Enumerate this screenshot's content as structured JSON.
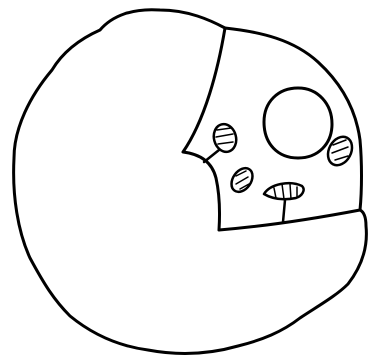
{
  "drawing": {
    "background": "#ffffff",
    "ink_color": "#000000",
    "parts": [
      "outer-cell-outline",
      "cutaway-section",
      "nucleus",
      "organelle-left-upper",
      "organelle-left-lower",
      "organelle-right",
      "organelle-bottom"
    ]
  }
}
